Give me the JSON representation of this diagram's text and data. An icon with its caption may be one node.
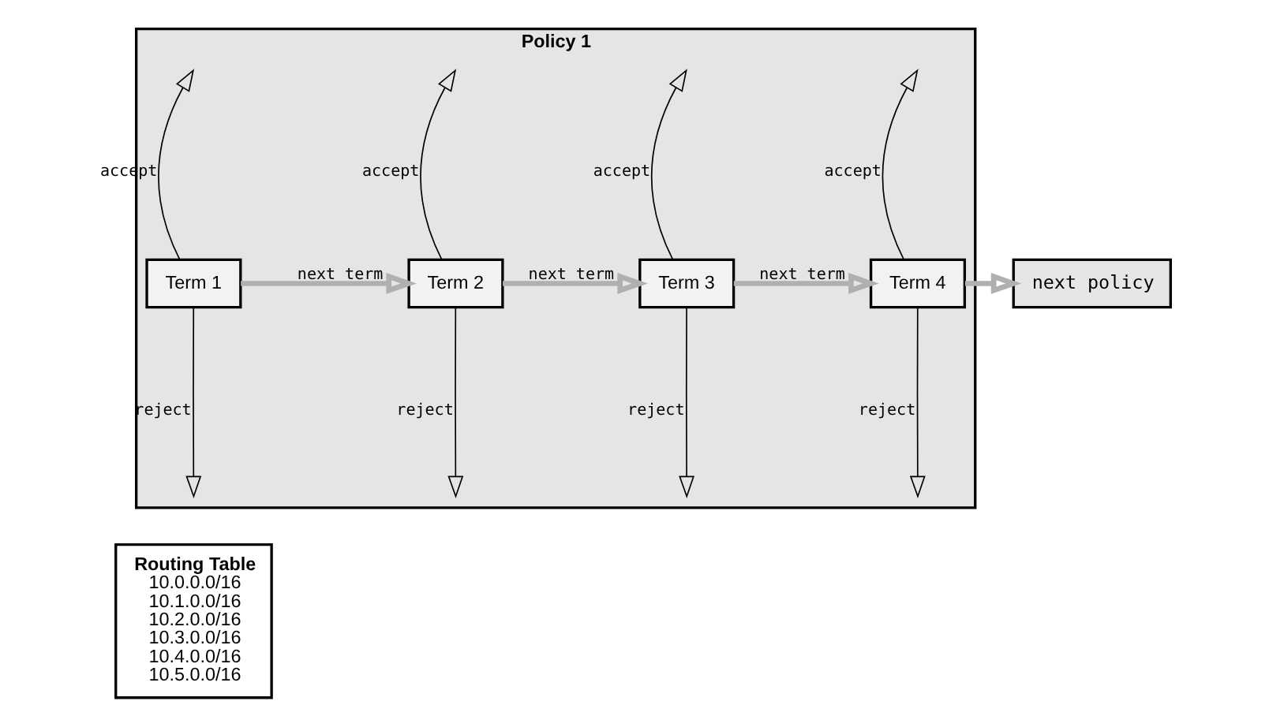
{
  "diagram": {
    "nodes": [
      {
        "text": [
          "Routing Table",
          "10.0.0.0/16",
          "10.1.0.0/16",
          "10.2.0.0/16",
          "10.3.0.0/16",
          "10.4.0.0/16",
          "10.5.0.0/16"
        ]
      },
      {
        "text": [
          "Policy 1"
        ]
      },
      {
        "text": [
          "Term 1"
        ],
        "in": 1
      },
      {
        "text": [
          "Term 2"
        ],
        "in": 1
      },
      {
        "text": [
          "Term 3"
        ],
        "in": 1
      },
      {
        "text": [
          "Term 4"
        ],
        "in": 1
      },
      {
        "text": [
          "next policy"
        ]
      }
    ],
    "edges": [
      {
        "from": 2,
        "to": null,
        "arrow": "to",
        "label": "accept"
      },
      {
        "from": 2,
        "to": null,
        "arrow": "to",
        "label": "reject"
      },
      {
        "from": 2,
        "to": 3,
        "arrow": "to",
        "label": "next term",
        "style": "thick",
        "color": "#b0b0b0"
      },
      {
        "from": 3,
        "to": null,
        "arrow": "to",
        "label": "accept"
      },
      {
        "from": 3,
        "to": null,
        "arrow": "to",
        "label": "reject"
      },
      {
        "from": 3,
        "to": 4,
        "arrow": "to",
        "label": "next term",
        "style": "thick",
        "color": "#b0b0b0"
      },
      {
        "from": 4,
        "to": null,
        "arrow": "to",
        "label": "accept"
      },
      {
        "from": 4,
        "to": null,
        "arrow": "to",
        "label": "reject"
      },
      {
        "from": 4,
        "to": 5,
        "arrow": "to",
        "label": "next term",
        "style": "thick",
        "color": "#b0b0b0"
      },
      {
        "from": 5,
        "to": null,
        "arrow": "to",
        "label": "accept"
      },
      {
        "from": 5,
        "to": null,
        "arrow": "to",
        "label": "reject"
      },
      {
        "from": 5,
        "to": 6,
        "arrow": "to",
        "style": "thick",
        "color": "#b0b0b0"
      }
    ]
  }
}
